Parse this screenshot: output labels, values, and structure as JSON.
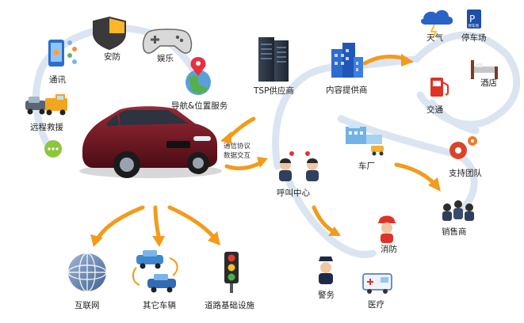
{
  "labels": {
    "security": "安防",
    "entertainment": "娱乐",
    "communication": "通讯",
    "navigation": "导航&位置服务",
    "rescue": "远程救援",
    "tsp": "TSP供应商",
    "content": "内容提供商",
    "weather": "天气",
    "parking": "停车场",
    "hotel": "酒店",
    "traffic": "交通",
    "protocol_line1": "通信协议",
    "protocol_line2": "数据交互",
    "factory": "车厂",
    "support": "支持团队",
    "callcenter": "呼叫中心",
    "dealer": "销售商",
    "fire": "消防",
    "police": "警务",
    "medical": "医疗",
    "internet": "互联网",
    "othercars": "其它车辆",
    "road": "道路基础设施",
    "parking_sign": "P",
    "parking_sign_text": "停车场"
  },
  "colors": {
    "arc": "#dbe5f1",
    "arrow": "#f29b1c",
    "car": "#6e1420"
  }
}
